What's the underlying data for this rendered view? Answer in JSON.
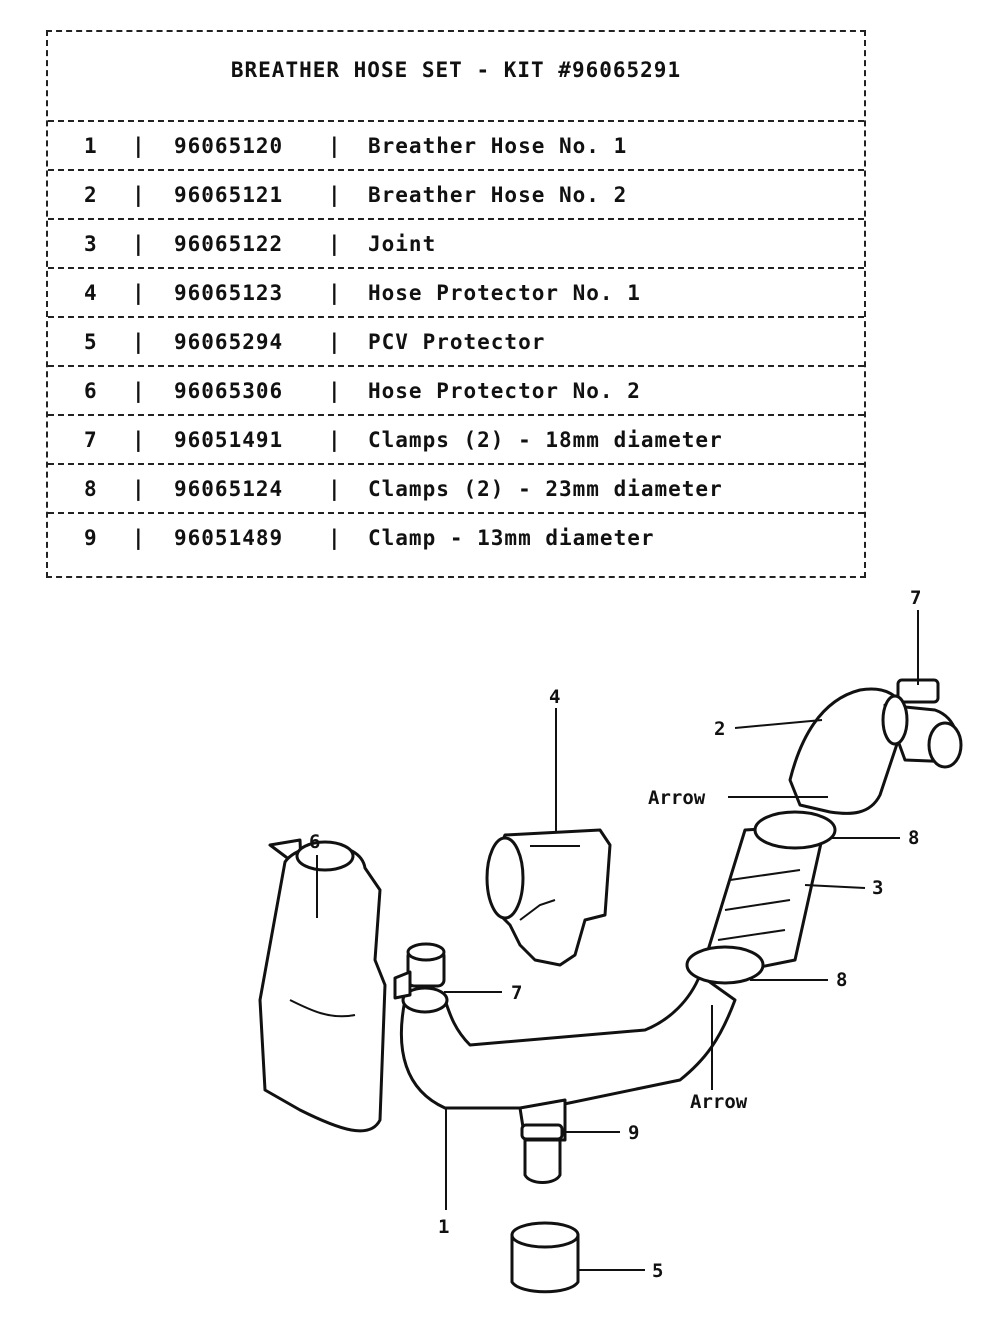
{
  "table": {
    "title": "BREATHER HOSE SET - KIT #96065291",
    "separator": "|",
    "rows": [
      {
        "item": "1",
        "part": "96065120",
        "desc": "Breather Hose No. 1"
      },
      {
        "item": "2",
        "part": "96065121",
        "desc": "Breather Hose No. 2"
      },
      {
        "item": "3",
        "part": "96065122",
        "desc": "Joint"
      },
      {
        "item": "4",
        "part": "96065123",
        "desc": "Hose Protector No. 1"
      },
      {
        "item": "5",
        "part": "96065294",
        "desc": "PCV Protector"
      },
      {
        "item": "6",
        "part": "96065306",
        "desc": "Hose Protector No. 2"
      },
      {
        "item": "7",
        "part": "96051491",
        "desc": "Clamps (2) - 18mm diameter"
      },
      {
        "item": "8",
        "part": "96065124",
        "desc": "Clamps (2) - 23mm diameter"
      },
      {
        "item": "9",
        "part": "96051489",
        "desc": "Clamp - 13mm diameter"
      }
    ]
  },
  "diagram": {
    "callouts": {
      "c1": "1",
      "c2": "2",
      "c3": "3",
      "c4": "4",
      "c5": "5",
      "c6": "6",
      "c7a": "7",
      "c7b": "7",
      "c8a": "8",
      "c8b": "8",
      "c9": "9"
    },
    "arrow_upper": "Arrow",
    "arrow_lower": "Arrow"
  }
}
